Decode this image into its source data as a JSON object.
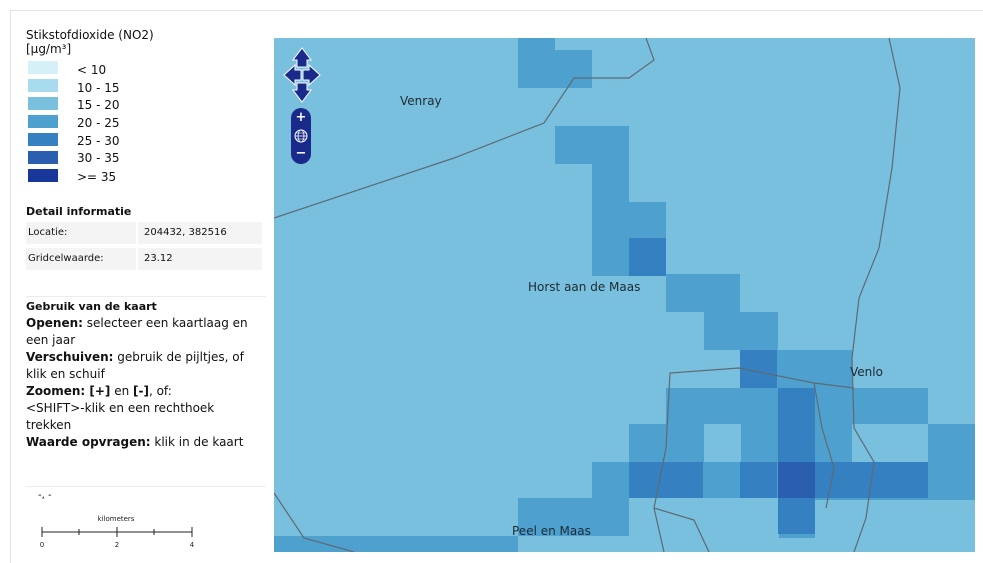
{
  "legend": {
    "title": "Stikstofdioxide (NO2)",
    "unit": "[µg/m³]",
    "items": [
      {
        "label": "< 10",
        "color": "#d6f0f7"
      },
      {
        "label": "10 - 15",
        "color": "#a6dcee"
      },
      {
        "label": "15 - 20",
        "color": "#78c0dd"
      },
      {
        "label": "20 - 25",
        "color": "#4ea0cf"
      },
      {
        "label": "25 - 30",
        "color": "#3580c0"
      },
      {
        "label": "30 - 35",
        "color": "#2a5eaf"
      },
      {
        "label": ">= 35",
        "color": "#17379a"
      }
    ]
  },
  "detail": {
    "title": "Detail informatie",
    "rows": [
      {
        "key": "Locatie:",
        "value": "204432, 382516"
      },
      {
        "key": "Gridcelwaarde:",
        "value": "23.12"
      }
    ]
  },
  "usage": {
    "title": "Gebruik van de kaart",
    "open_key": "Openen:",
    "open_text": " selecteer een kaartlaag en",
    "open_text2": "een jaar",
    "move_key": "Verschuiven:",
    "move_text": " gebruik de pijltjes, of",
    "move_text2": "klik en schuif",
    "zoom_key": "Zoomen: [+]",
    "zoom_mid": " en ",
    "zoom_key2": "[-]",
    "zoom_text": ", of:",
    "zoom_text2": "<SHIFT>-klik en een rechthoek",
    "zoom_text3": "trekken",
    "value_key": "Waarde opvragen:",
    "value_text": " klik in de kaart"
  },
  "coords": "-, -",
  "scale": {
    "unit": "kilometers",
    "ticks": [
      "0",
      "2",
      "4"
    ]
  },
  "map": {
    "places": [
      "Venray",
      "Horst aan de Maas",
      "Venlo",
      "Peel en Maas"
    ],
    "base_color": "#78c0dd",
    "border_color": "#5d6a73"
  },
  "controls": {
    "zoom_in": "+",
    "zoom_out": "−"
  }
}
